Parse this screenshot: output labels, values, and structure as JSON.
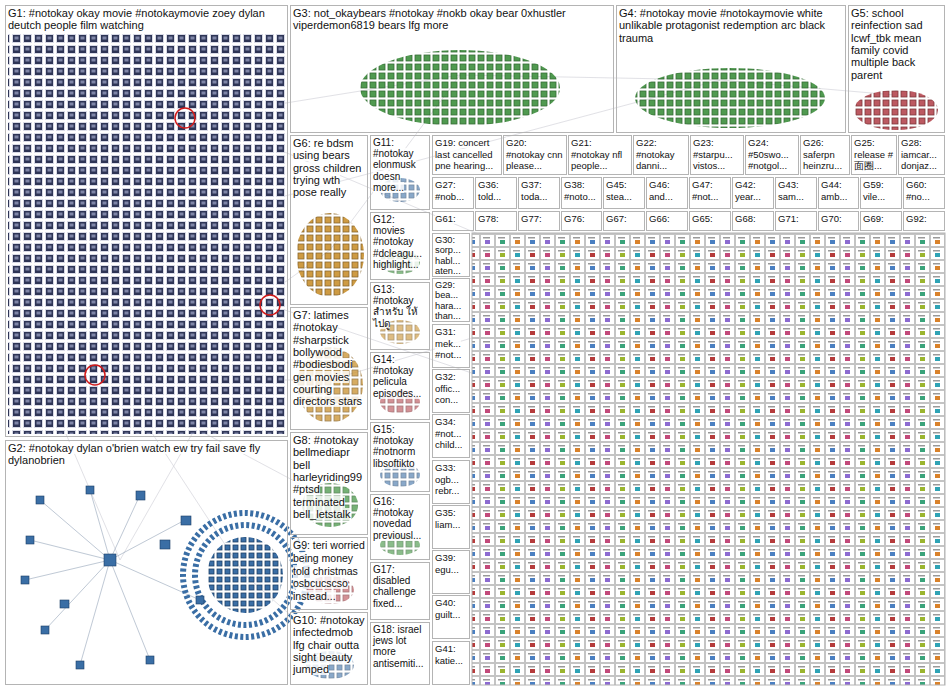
{
  "diagram": {
    "nodes": [
      {
        "text": [
          "G1: #notokay okay movie #notokaymovie zoey dylan deutch people film watching"
        ]
      },
      {
        "text": [
          "G2: #notokay dylan o'brien watch ew try fail save fly dylanobrien"
        ]
      },
      {
        "text": [
          "G3: not_okaybears #notokay #nokb okay bear 0xhustler viperdemon6819 bears lfg more"
        ]
      },
      {
        "text": [
          "G4: #notokay movie #notokaymovie white unlikable protagonist redemption arc black trauma"
        ]
      },
      {
        "text": [
          "G5: school reinfection sad lcwf_tbk mean family covid multiple back parent"
        ]
      },
      {
        "text": [
          "G6: re bdsm using bears gross children trying wth pose really"
        ]
      },
      {
        "text": [
          "G7: latimes #notokay #sharpstick bollywood #bodiesbodi gen movies courting directors stars"
        ]
      },
      {
        "text": [
          "G8: #notokay bellmediapr bell harleyriding99 #ptsd terminated bell_letstalk"
        ]
      },
      {
        "text": [
          "G9: teri worried being money told christmas osbcucscso instead..."
        ]
      },
      {
        "text": [
          "G10: #notokay infectedmob lfg chair outta sight beauty jumped"
        ]
      },
      {
        "text": [
          "G11: #notokay elonmusk doesn more..."
        ]
      },
      {
        "text": [
          "G12: movies #notokay #dcleagu... highlight..."
        ]
      },
      {
        "text": [
          "G13: #notokay สำหรับ ให้ไปดู"
        ]
      },
      {
        "text": [
          "G14: #notokay pelicula episodes..."
        ]
      },
      {
        "text": [
          "G15: #notokay #notnorm libsoftikto"
        ]
      },
      {
        "text": [
          "G16: #notokay novedad previousl..."
        ]
      },
      {
        "text": [
          "G17: disabled challenge fixed..."
        ]
      },
      {
        "text": [
          "G18: israel jews lot more antisemiti..."
        ]
      },
      {
        "text": [
          "G19: concert last cancelled pne hearing..."
        ]
      },
      {
        "text": [
          "G20: #notokay cnn please..."
        ]
      },
      {
        "text": [
          "G21: #notokay nfl people..."
        ]
      },
      {
        "text": [
          "G22: #notokay danni..."
        ]
      },
      {
        "text": [
          "G23: #starpu... vistos..."
        ]
      },
      {
        "text": [
          "G24: #50swo... #notgol..."
        ]
      },
      {
        "text": [
          "G26: saferpn heinzru..."
        ]
      },
      {
        "text": [
          "G25: release #面圈..."
        ]
      },
      {
        "text": [
          "G28: iamcar... donjaz..."
        ]
      },
      {
        "text": [
          "G27: #nob..."
        ]
      },
      {
        "text": [
          "G36: told..."
        ]
      },
      {
        "text": [
          "G37: toda..."
        ]
      },
      {
        "text": [
          "G38: #noto..."
        ]
      },
      {
        "text": [
          "G45: stea..."
        ]
      },
      {
        "text": [
          "G46: and..."
        ]
      },
      {
        "text": [
          "G47: #not..."
        ]
      },
      {
        "text": [
          "G42: year..."
        ]
      },
      {
        "text": [
          "G43: sam..."
        ]
      },
      {
        "text": [
          "G44: amb..."
        ]
      },
      {
        "text": [
          "G59: vile..."
        ]
      },
      {
        "text": [
          "G60: #no..."
        ]
      },
      {
        "text": [
          "G61:"
        ]
      },
      {
        "text": [
          "G78:"
        ]
      },
      {
        "text": [
          "G77:"
        ]
      },
      {
        "text": [
          "G76:"
        ]
      },
      {
        "text": [
          "G67:"
        ]
      },
      {
        "text": [
          "G66:"
        ]
      },
      {
        "text": [
          "G65:"
        ]
      },
      {
        "text": [
          "G68:"
        ]
      },
      {
        "text": [
          "G71:"
        ]
      },
      {
        "text": [
          "G70:"
        ]
      },
      {
        "text": [
          "G69:"
        ]
      },
      {
        "text": [
          "G92:"
        ]
      },
      {
        "text": [
          "G30: sorp... habl... aten..."
        ]
      },
      {
        "text": [
          "G29: bea... hara... than..."
        ]
      },
      {
        "text": [
          "G31: mek... #not..."
        ]
      },
      {
        "text": [
          "G32: offic... con..."
        ]
      },
      {
        "text": [
          "G34: #not... child..."
        ]
      },
      {
        "text": [
          "G33: ogb... rebr..."
        ]
      },
      {
        "text": [
          "G35: liam..."
        ]
      },
      {
        "text": [
          "G39: egu..."
        ]
      },
      {
        "text": [
          "G40: guilt..."
        ]
      },
      {
        "text": [
          "G41: katie..."
        ]
      }
    ]
  }
}
